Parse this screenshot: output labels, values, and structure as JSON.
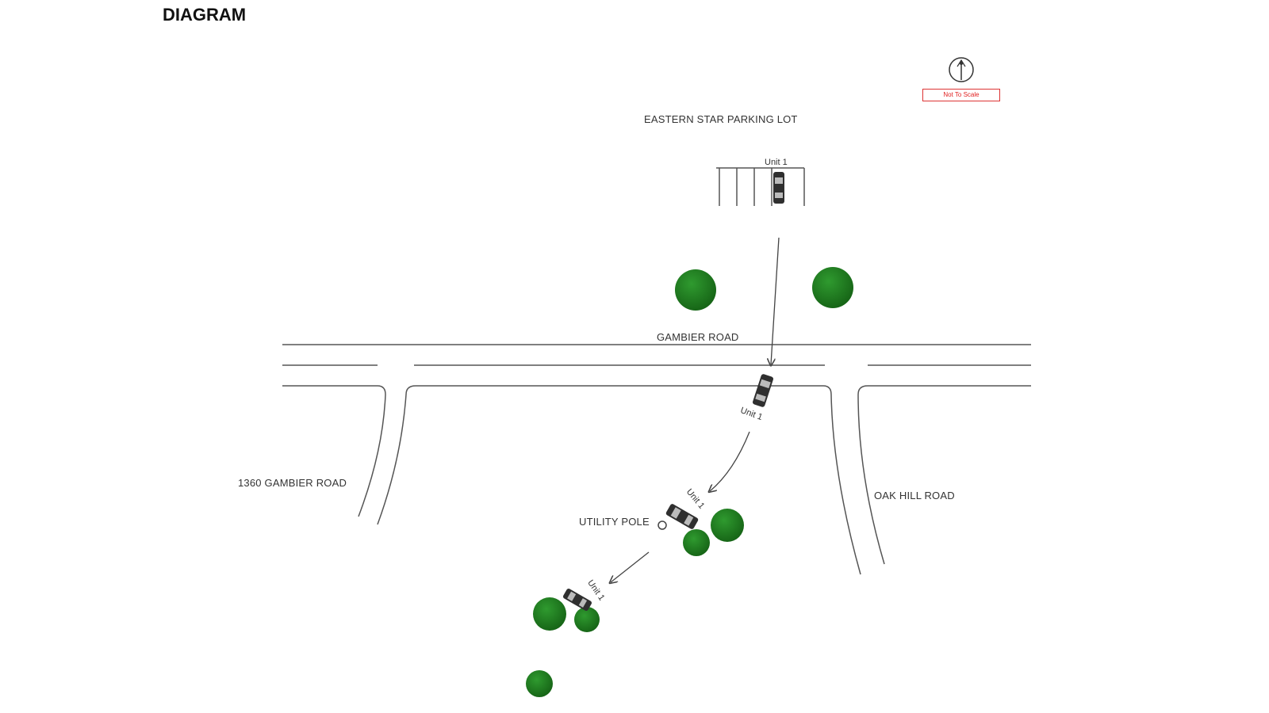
{
  "title": "DIAGRAM",
  "scale_note": "Not To Scale",
  "labels": {
    "parking_lot": "EASTERN STAR PARKING LOT",
    "gambier_road": "GAMBIER ROAD",
    "address": "1360 GAMBIER ROAD",
    "oak_hill_road": "OAK HILL ROAD",
    "utility_pole": "UTILITY POLE"
  },
  "unit_labels": [
    "Unit 1",
    "Unit 1",
    "Unit 1",
    "Unit 1"
  ],
  "colors": {
    "tree": "#1e7a1e",
    "road_line": "#555555",
    "vehicle": "#333333",
    "scale_border": "#dd3333"
  },
  "icons": [
    "north-arrow-icon"
  ]
}
